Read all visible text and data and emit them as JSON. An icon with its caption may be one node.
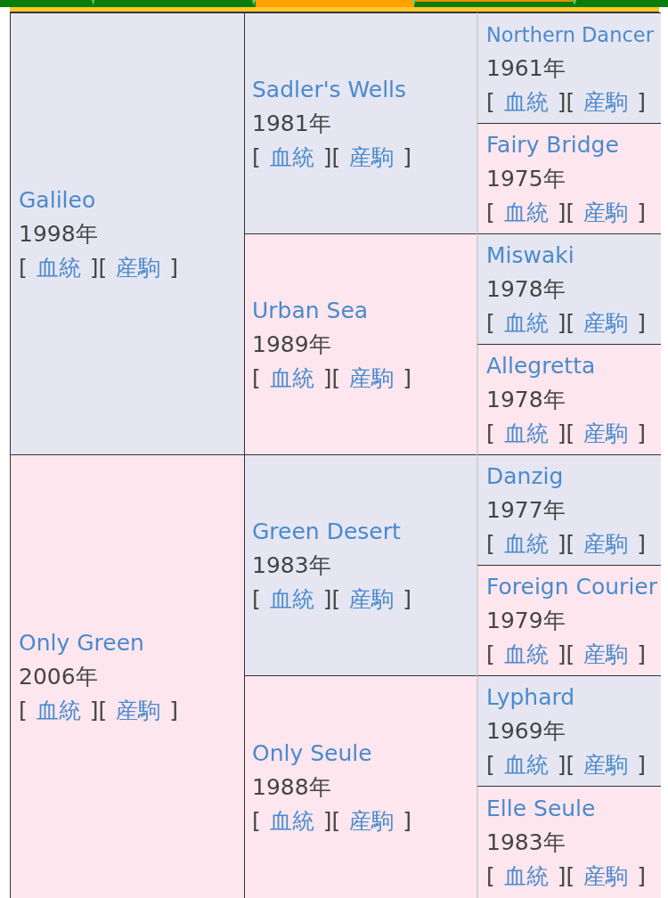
{
  "diagram": {
    "nodes": [
      {
        "text": [
          "Galileo",
          "1998年",
          "[",
          "血統",
          "][",
          "産駒",
          "]"
        ]
      },
      {
        "text": [
          "Sadler's Wells",
          "1981年",
          "[",
          "血統",
          "][",
          "産駒",
          "]"
        ]
      },
      {
        "text": [
          "Northern Dancer",
          "1961年",
          "[",
          "血統",
          "][",
          "産駒",
          "]"
        ]
      },
      {
        "text": [
          "Fairy Bridge",
          "1975年",
          "[",
          "血統",
          "][",
          "産駒",
          "]"
        ]
      },
      {
        "text": [
          "Urban Sea",
          "1989年",
          "[",
          "血統",
          "][",
          "産駒",
          "]"
        ]
      },
      {
        "text": [
          "Miswaki",
          "1978年",
          "[",
          "血統",
          "][",
          "産駒",
          "]"
        ]
      },
      {
        "text": [
          "Allegretta",
          "1978年",
          "[",
          "血統",
          "][",
          "産駒",
          "]"
        ]
      },
      {
        "text": [
          "Only Green",
          "2006年",
          "[",
          "血統",
          "][",
          "産駒",
          "]"
        ]
      },
      {
        "text": [
          "Green Desert",
          "1983年",
          "[",
          "血統",
          "][",
          "産駒",
          "]"
        ]
      },
      {
        "text": [
          "Danzig",
          "1977年",
          "[",
          "血統",
          "][",
          "産駒",
          "]"
        ]
      },
      {
        "text": [
          "Foreign Courier",
          "1979年",
          "[",
          "血統",
          "][",
          "産駒",
          "]"
        ]
      },
      {
        "text": [
          "Only Seule",
          "1988年",
          "[",
          "血統",
          "][",
          "産駒",
          "]"
        ]
      },
      {
        "text": [
          "Lyphard",
          "1969年",
          "[",
          "血統",
          "][",
          "産駒",
          "]"
        ]
      },
      {
        "text": [
          "Elle Seule",
          "1983年",
          "[",
          "血統",
          "][",
          "産駒",
          "]"
        ]
      }
    ]
  }
}
